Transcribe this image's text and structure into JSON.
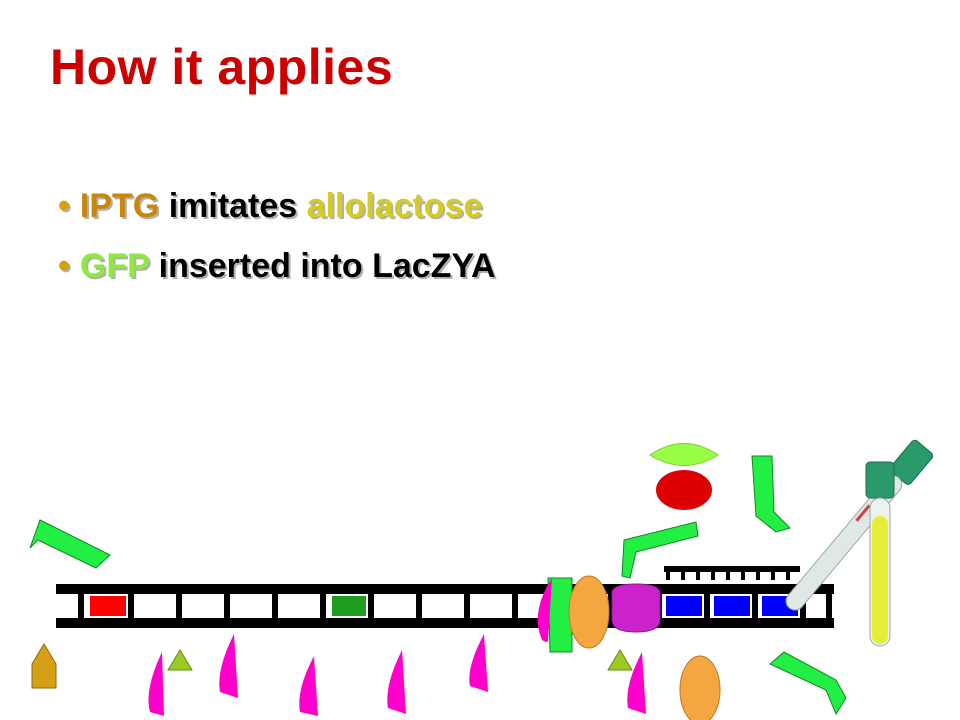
{
  "slide": {
    "title": "How it applies",
    "bullets": [
      {
        "marker": "•",
        "parts": [
          {
            "text": "IPTG",
            "color": "#c8860a"
          },
          {
            "text": " imitates ",
            "color": "#000000"
          },
          {
            "text": "allolactose",
            "color": "#d4cc20"
          }
        ]
      },
      {
        "marker": "•",
        "parts": [
          {
            "text": "GFP",
            "color": "#8eea3c"
          },
          {
            "text": " inserted into LacZYA",
            "color": "#000000"
          }
        ]
      }
    ]
  },
  "colors": {
    "title": "#cc0000",
    "dna_rails": "#000000",
    "promoter_segment": "#ff0000",
    "operator_segment": "#1f9d1f",
    "gene_segments": "#0000ff",
    "repressor_top": "#99ff44",
    "repressor_bottom": "#dd0000",
    "rna_polymerase": "#f4a640",
    "ribosome_subunit": "#cc22cc",
    "mrna_wedges": "#ff00cc",
    "lactose_triangles": "#99cc22",
    "iptg_pentagon": "#d4a017",
    "gfp_strands": "#22ee44",
    "test_tube_liquid": "#e6ee3a",
    "test_tube_cap": "#2a9a6a"
  },
  "icons": [
    "repressor-protein-icon",
    "rna-polymerase-icon",
    "ribosome-icon",
    "mrna-wedge-icon",
    "lactose-triangle-icon",
    "iptg-pentagon-icon",
    "gfp-strand-icon",
    "test-tube-icon"
  ]
}
